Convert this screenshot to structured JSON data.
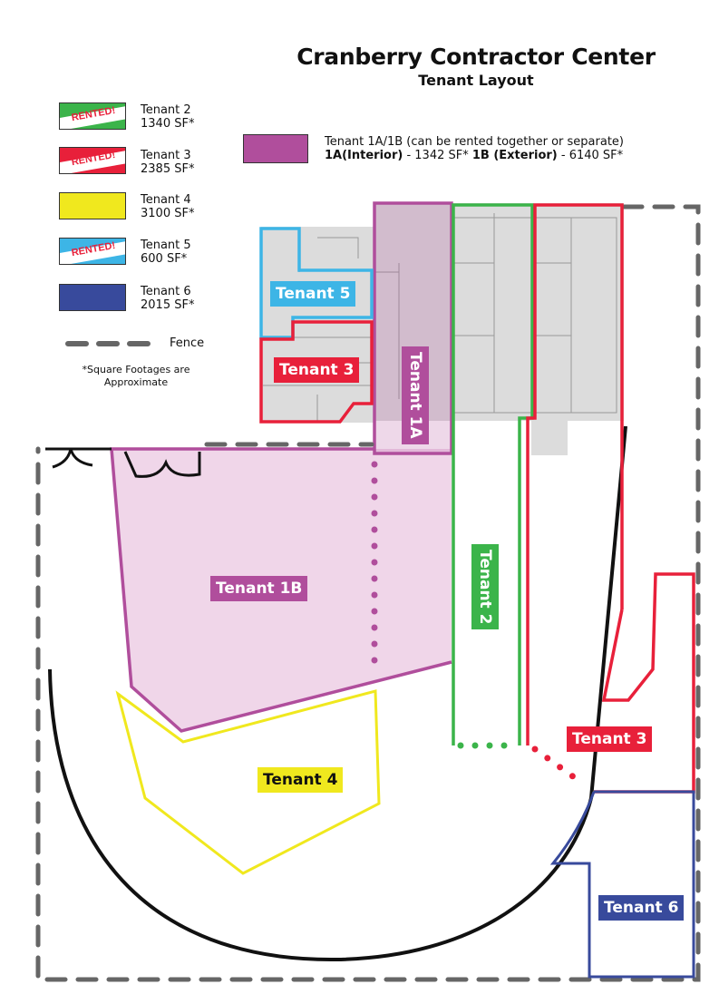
{
  "header": {
    "title": "Cranberry Contractor Center",
    "subtitle": "Tenant Layout"
  },
  "legend": {
    "items": [
      {
        "name": "Tenant 2",
        "area": "1340 SF*",
        "color": "#3bb44a",
        "rented": "RENTED!"
      },
      {
        "name": "Tenant 3",
        "area": "2385 SF*",
        "color": "#e8203a",
        "rented": "RENTED!"
      },
      {
        "name": "Tenant 4",
        "area": "3100 SF*",
        "color": "#f0e81e",
        "rented": null
      },
      {
        "name": "Tenant 5",
        "area": "600 SF*",
        "color": "#3db5e6",
        "rented": "RENTED!"
      },
      {
        "name": "Tenant 6",
        "area": "2015 SF*",
        "color": "#384a9c",
        "rented": null
      }
    ],
    "tenant1": {
      "line1": "Tenant 1A/1B (can be rented together or separate)",
      "a_label": "1A(Interior)",
      "a_area": " - 1342 SF* ",
      "b_label": "1B (Exterior)",
      "b_area": " - 6140 SF*",
      "color": "#b04e9c"
    },
    "fence": "Fence",
    "note_line1": "*Square Footages are",
    "note_line2": "Approximate"
  },
  "map": {
    "labels": {
      "t5": "Tenant 5",
      "t3a": "Tenant 3",
      "t1a": "Tenant 1A",
      "t1b": "Tenant 1B",
      "t2": "Tenant 2",
      "t3b": "Tenant 3",
      "t4": "Tenant 4",
      "t6": "Tenant 6"
    }
  }
}
